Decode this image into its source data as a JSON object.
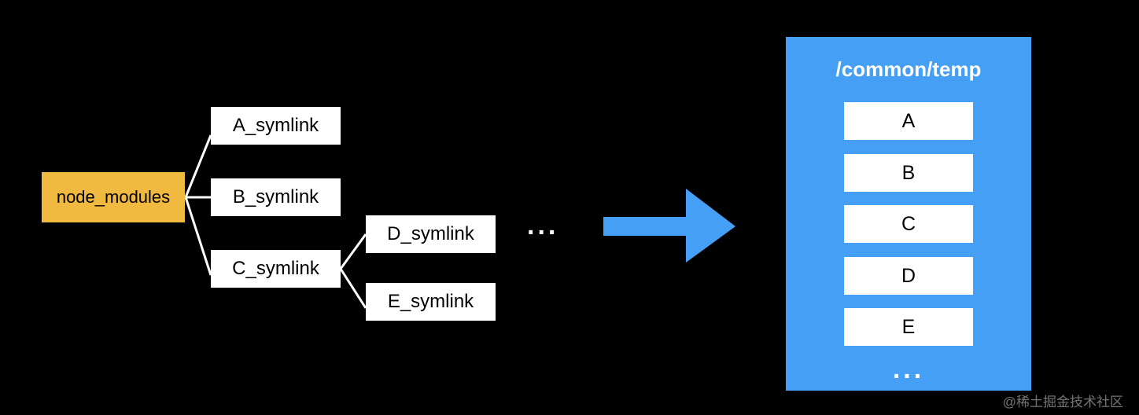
{
  "root": {
    "label": "node_modules"
  },
  "symlinks": {
    "a": "A_symlink",
    "b": "B_symlink",
    "c": "C_symlink",
    "d": "D_symlink",
    "e": "E_symlink"
  },
  "ellipsis": "...",
  "store": {
    "title": "/common/temp",
    "items": [
      "A",
      "B",
      "C",
      "D",
      "E"
    ],
    "ellipsis": "..."
  },
  "colors": {
    "background": "#000000",
    "root_fill": "#f0b93f",
    "store_fill": "#45a0f5",
    "arrow": "#45a0f5",
    "connector": "#ffffff"
  },
  "watermark": "@稀土掘金技术社区"
}
